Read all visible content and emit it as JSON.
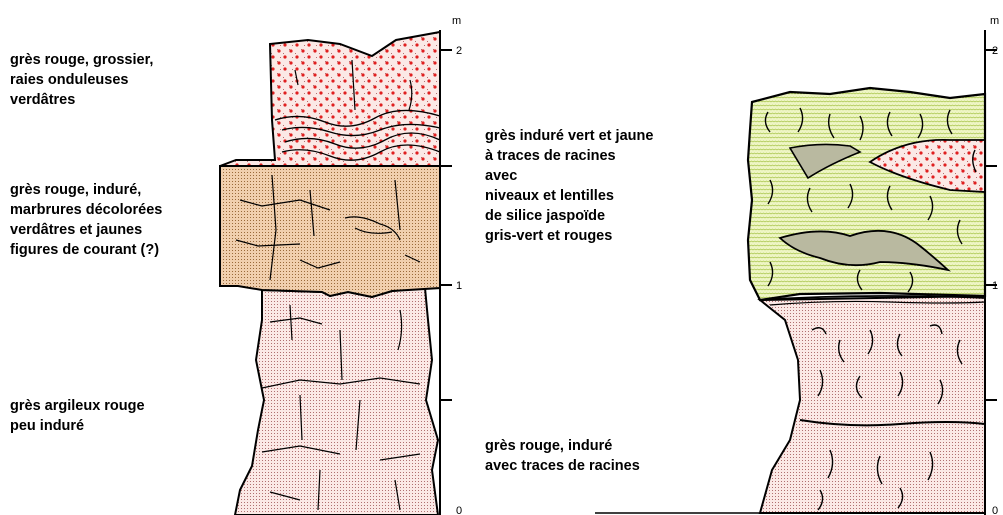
{
  "left_column": {
    "scale_unit": "m",
    "scale_ticks": [
      "2",
      "1",
      "0"
    ],
    "labels": [
      "grès rouge, grossier,\nraies onduleuses\nverdâtres",
      "grès rouge, induré,\nmarbrures décolorées\nverdâtres et jaunes\nfigures de courant (?)",
      "grès argileux rouge\npeu induré"
    ]
  },
  "right_column": {
    "scale_unit": "m",
    "scale_ticks": [
      "2",
      "1",
      "0"
    ],
    "labels": [
      "grès induré vert et jaune\nà traces de racines\navec\nniveaux et lentilles\nde silice jaspoïde\ngris-vert et rouges",
      "grès rouge, induré\navec traces de racines"
    ]
  },
  "colors": {
    "red_sandstone": "#fbe9e6",
    "indurated_orange": "#f0cfae",
    "green_yellow": "#eef5c4",
    "red_dots": "#e02020"
  }
}
